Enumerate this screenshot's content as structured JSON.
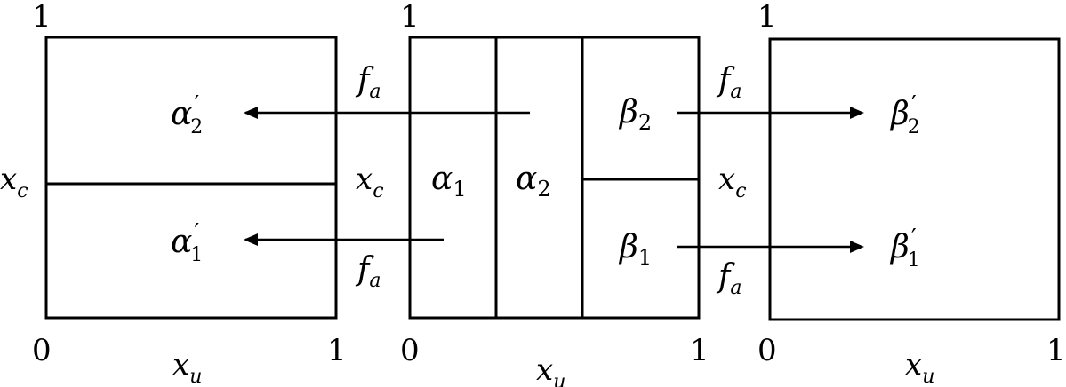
{
  "diagram": {
    "left_box": {
      "corner_top": "1",
      "corner_bottom_left": "0",
      "corner_bottom_right": "1",
      "x_axis": {
        "base": "x",
        "sub": "u"
      },
      "left_label": {
        "base": "x",
        "sub": "c"
      },
      "right_label": {
        "base": "x",
        "sub": "c"
      },
      "upper_region": {
        "base": "α",
        "sub": "2",
        "prime": "′"
      },
      "lower_region": {
        "base": "α",
        "sub": "1",
        "prime": "′"
      }
    },
    "middle_box": {
      "corner_top": "1",
      "corner_bottom_left": "0",
      "corner_bottom_right": "1",
      "x_axis": {
        "base": "x",
        "sub": "u"
      },
      "region_a1": {
        "base": "α",
        "sub": "1"
      },
      "region_a2": {
        "base": "α",
        "sub": "2"
      },
      "region_b2": {
        "base": "β",
        "sub": "2"
      },
      "region_b1": {
        "base": "β",
        "sub": "1"
      },
      "right_label": {
        "base": "x",
        "sub": "c"
      }
    },
    "right_box": {
      "corner_top": "1",
      "corner_bottom_left": "0",
      "corner_bottom_right": "1",
      "x_axis": {
        "base": "x",
        "sub": "u"
      },
      "upper_region": {
        "base": "β",
        "sub": "2",
        "prime": "′"
      },
      "lower_region": {
        "base": "β",
        "sub": "1",
        "prime": "′"
      }
    },
    "map_labels": {
      "left_top": {
        "base": "f",
        "sub": "a"
      },
      "left_bottom": {
        "base": "f",
        "sub": "a"
      },
      "right_top": {
        "base": "f",
        "sub": "a"
      },
      "right_bottom": {
        "base": "f",
        "sub": "a"
      }
    }
  }
}
